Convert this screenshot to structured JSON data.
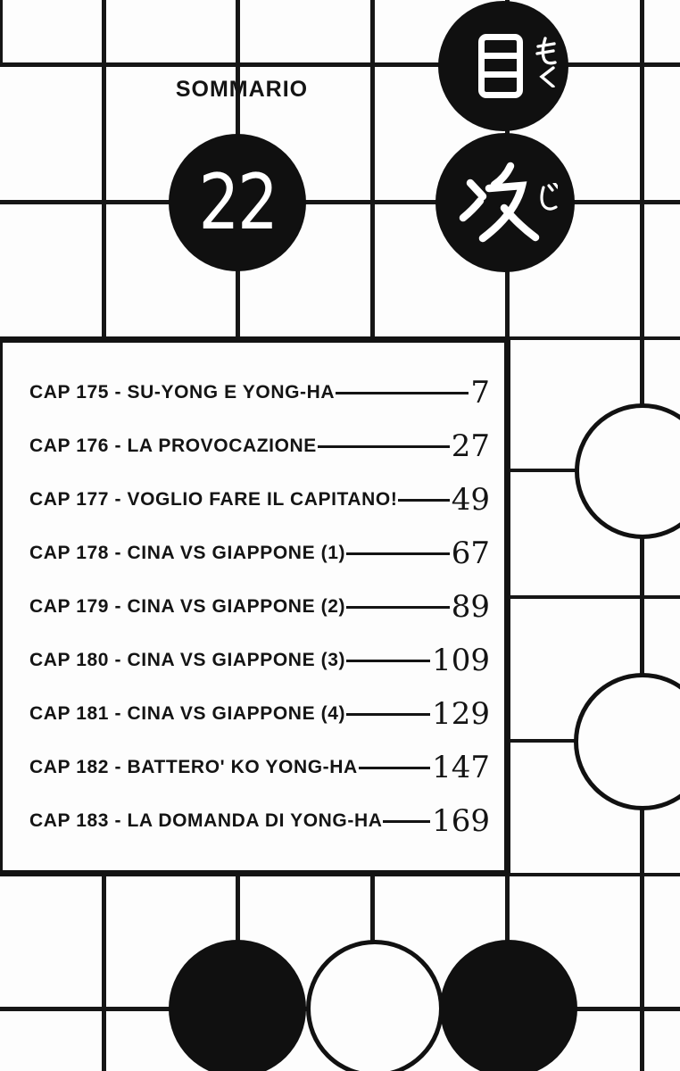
{
  "header": {
    "sommario_label": "SOMMARIO",
    "volume_number": "22",
    "kanji_top": "目",
    "kanji_top_furigana": "もく",
    "kanji_bottom": "次",
    "kanji_bottom_furigana": "じ"
  },
  "colors": {
    "ink": "#141414",
    "paper": "#fdfdfd"
  },
  "toc": {
    "entries": [
      {
        "label": "CAP 175 - SU-YONG E YONG-HA",
        "page": "7"
      },
      {
        "label": "CAP 176 - LA PROVOCAZIONE",
        "page": "27"
      },
      {
        "label": "CAP 177 - VOGLIO FARE IL CAPITANO!",
        "page": "49"
      },
      {
        "label": "CAP 178 - CINA VS GIAPPONE (1)",
        "page": "67"
      },
      {
        "label": "CAP 179 - CINA VS GIAPPONE (2)",
        "page": "89"
      },
      {
        "label": "CAP 180 - CINA VS GIAPPONE (3)",
        "page": "109"
      },
      {
        "label": "CAP 181 - CINA VS GIAPPONE (4)",
        "page": "129"
      },
      {
        "label": "CAP 182 - BATTERO' KO YONG-HA",
        "page": "147"
      },
      {
        "label": "CAP 183 - LA DOMANDA DI YONG-HA",
        "page": "169"
      }
    ]
  }
}
